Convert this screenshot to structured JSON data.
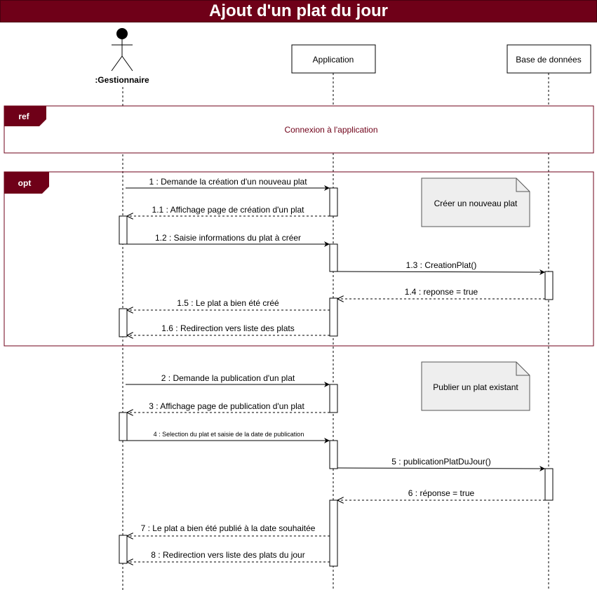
{
  "title": "Ajout d'un plat du jour",
  "colors": {
    "frame": "#6f0018",
    "note_fill": "#eeeeee"
  },
  "participants": [
    {
      "id": "actor",
      "label": ":Gestionnaire",
      "kind": "actor"
    },
    {
      "id": "app",
      "label": "Application",
      "kind": "box"
    },
    {
      "id": "db",
      "label": "Base de données",
      "kind": "box"
    }
  ],
  "fragments": {
    "ref": {
      "tag": "ref",
      "text": "Connexion à l'application"
    },
    "opt": {
      "tag": "opt"
    }
  },
  "notes": [
    {
      "id": "note-create",
      "text": "Créer un nouveau plat"
    },
    {
      "id": "note-publish",
      "text": "Publier un plat existant"
    }
  ],
  "messages": [
    {
      "id": "m1",
      "label": "1 : Demande la création d'un nouveau plat",
      "from": "actor",
      "to": "app",
      "type": "sync"
    },
    {
      "id": "m1-1",
      "label": "1.1 : Affichage page de création d'un plat",
      "from": "app",
      "to": "actor",
      "type": "return"
    },
    {
      "id": "m1-2",
      "label": "1.2 : Saisie informations du plat à créer",
      "from": "actor",
      "to": "app",
      "type": "sync"
    },
    {
      "id": "m1-3",
      "label": "1.3 : CreationPlat()",
      "from": "app",
      "to": "db",
      "type": "sync"
    },
    {
      "id": "m1-4",
      "label": "1.4 : reponse = true",
      "from": "db",
      "to": "app",
      "type": "return"
    },
    {
      "id": "m1-5",
      "label": "1.5 : Le plat a bien été créé",
      "from": "app",
      "to": "actor",
      "type": "return"
    },
    {
      "id": "m1-6",
      "label": "1.6 : Redirection vers liste des plats",
      "from": "app",
      "to": "actor",
      "type": "return"
    },
    {
      "id": "m2",
      "label": "2 : Demande la publication d'un plat",
      "from": "actor",
      "to": "app",
      "type": "sync"
    },
    {
      "id": "m3",
      "label": "3 : Affichage page de publication d'un plat",
      "from": "app",
      "to": "actor",
      "type": "return"
    },
    {
      "id": "m4",
      "label": "4 : Selection du plat et saisie de la date de publication",
      "from": "actor",
      "to": "app",
      "type": "sync"
    },
    {
      "id": "m5",
      "label": "5 : publicationPlatDuJour()",
      "from": "app",
      "to": "db",
      "type": "sync"
    },
    {
      "id": "m6",
      "label": "6 : réponse = true",
      "from": "db",
      "to": "app",
      "type": "return"
    },
    {
      "id": "m7",
      "label": "7 : Le plat a bien été publié à la date souhaitée",
      "from": "app",
      "to": "actor",
      "type": "return"
    },
    {
      "id": "m8",
      "label": "8 : Redirection vers liste des plats du jour",
      "from": "app",
      "to": "actor",
      "type": "return"
    }
  ]
}
